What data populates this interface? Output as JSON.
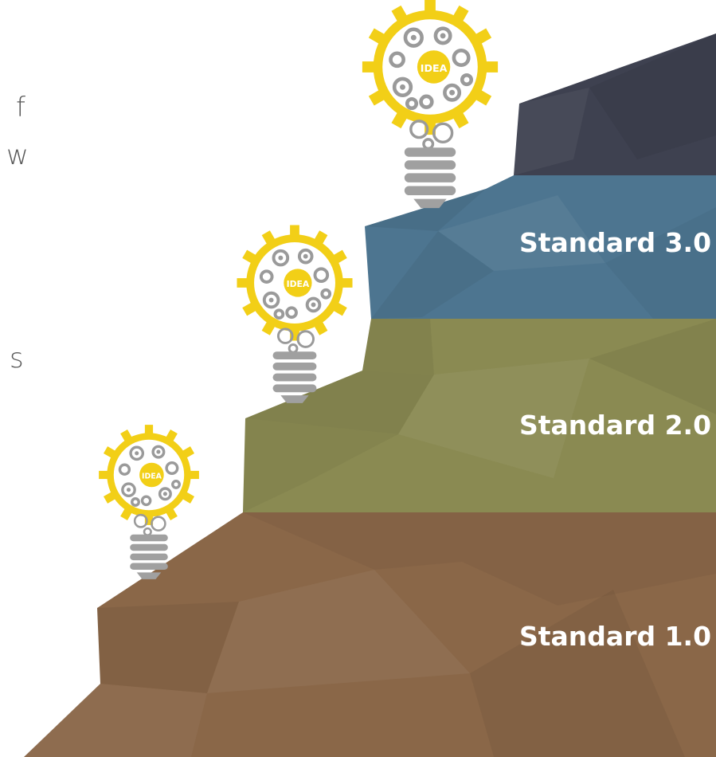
{
  "side_text_fragments": [
    "f",
    "w",
    "s"
  ],
  "steps": [
    {
      "label": "Standard 1.0",
      "color": "#8a6748"
    },
    {
      "label": "Standard 2.0",
      "color": "#8a8a52"
    },
    {
      "label": "Standard 3.0",
      "color": "#4d7590"
    }
  ],
  "summit_color": "#3e4150",
  "bulb": {
    "label": "IDEA",
    "gear_color": "#f2cf17",
    "cog_color": "#9a9a9a",
    "base_color": "#a0a0a0"
  }
}
